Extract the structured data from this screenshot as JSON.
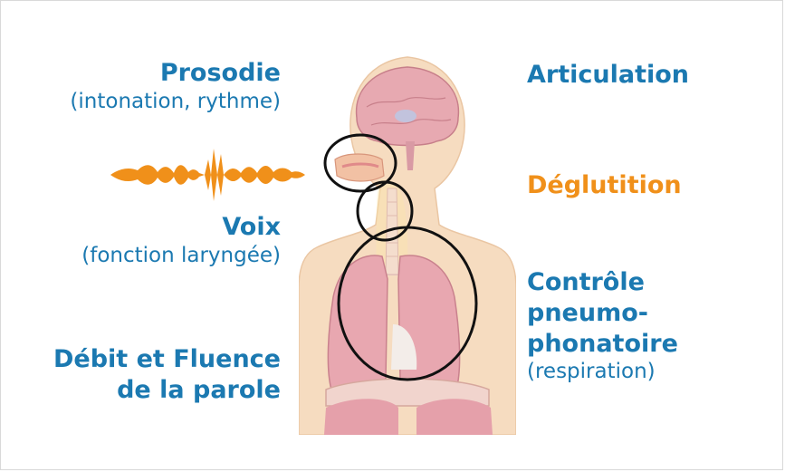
{
  "labels": {
    "prosodie": {
      "title": "Prosodie",
      "detail": "(intonation, rythme)"
    },
    "voix": {
      "title": "Voix",
      "detail": "(fonction laryngée)"
    },
    "debit": {
      "line1": "Débit et Fluence",
      "line2": "de la parole"
    },
    "articulation": {
      "title": "Articulation"
    },
    "deglutition": {
      "title": "Déglutition"
    },
    "controle": {
      "line1": "Contrôle",
      "line2": "pneumo-",
      "line3": "phonatoire",
      "detail": "(respiration)"
    }
  },
  "colors": {
    "blue": "#1b79b1",
    "orange": "#f0901a",
    "circle": "#111111",
    "skin": "#f6dcc0",
    "lung": "#e8a7b0"
  },
  "icons": [
    "sound-waveform-icon",
    "human-anatomy-illustration"
  ]
}
